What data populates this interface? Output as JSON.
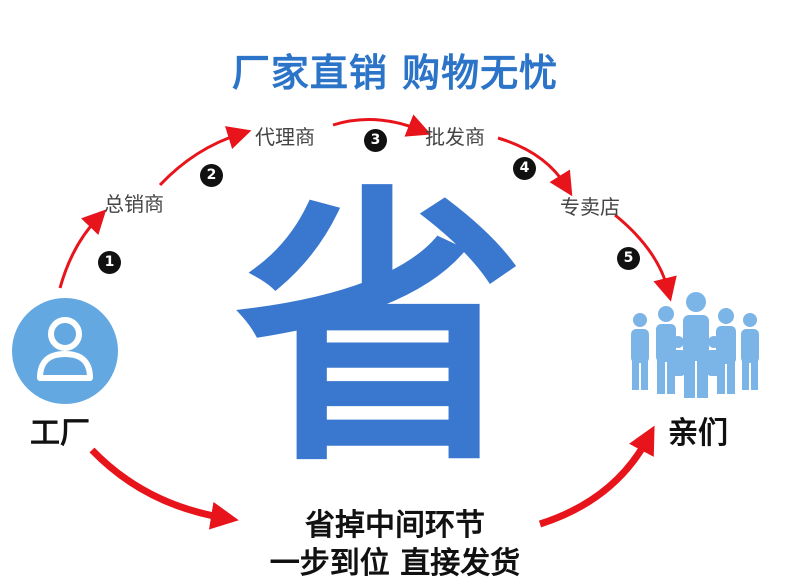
{
  "title": "厂家直销 购物无忧",
  "center_char": "省",
  "chain": {
    "nodes": [
      "总销商",
      "代理商",
      "批发商",
      "专卖店"
    ],
    "steps": [
      "1",
      "2",
      "3",
      "4",
      "5"
    ]
  },
  "source": {
    "label": "工厂",
    "icon": "user-avatar-icon"
  },
  "target": {
    "label": "亲们",
    "icon": "people-group-icon"
  },
  "slogan": {
    "line1": "省掉中间环节",
    "line2": "一步到位 直接发货"
  },
  "colors": {
    "title_blue": "#2c74c8",
    "char_blue": "#3a78cf",
    "avatar_blue": "#64a8e2",
    "people_blue": "#7bb4e6",
    "arrow_red": "#e8141b"
  }
}
